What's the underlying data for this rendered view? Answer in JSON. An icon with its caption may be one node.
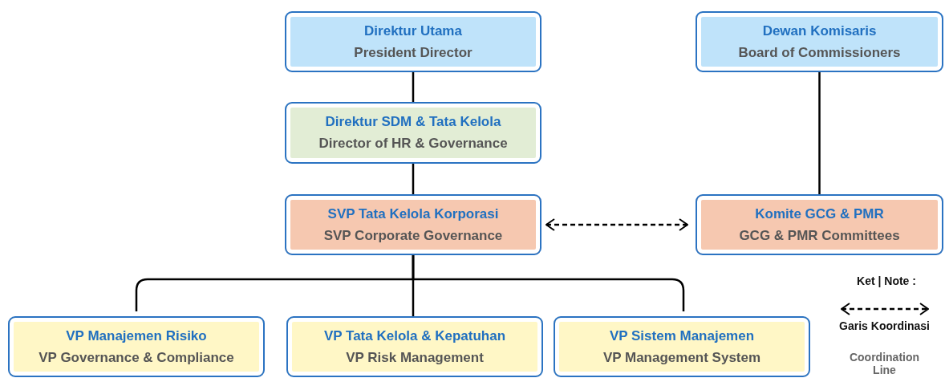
{
  "diagram": {
    "nodes": [
      {
        "text": [
          "Direktur Utama",
          "President Director"
        ]
      },
      {
        "text": [
          "Dewan Komisaris",
          "Board of Commissioners"
        ]
      },
      {
        "text": [
          "Direktur SDM & Tata Kelola",
          "Director of HR & Governance"
        ]
      },
      {
        "text": [
          "SVP Tata Kelola Korporasi",
          "SVP Corporate Governance"
        ]
      },
      {
        "text": [
          "Komite GCG & PMR",
          "GCG & PMR Committees"
        ]
      },
      {
        "text": [
          "VP Manajemen Risiko",
          "VP Governance & Compliance"
        ]
      },
      {
        "text": [
          "VP Tata Kelola & Kepatuhan",
          "VP Risk Management"
        ]
      },
      {
        "text": [
          "VP Sistem Manajemen",
          "VP Management System"
        ]
      }
    ],
    "edges": [
      {
        "from": 0,
        "to": 2,
        "arrow": "none"
      },
      {
        "from": 2,
        "to": 3,
        "arrow": "none"
      },
      {
        "from": 1,
        "to": 4,
        "arrow": "none"
      },
      {
        "from": 3,
        "to": 4,
        "arrow": "both",
        "style": "dashed"
      },
      {
        "from": 3,
        "to": 5,
        "arrow": "none"
      },
      {
        "from": 3,
        "to": 6,
        "arrow": "none"
      },
      {
        "from": 3,
        "to": 7,
        "arrow": "none"
      }
    ],
    "labels": [
      "Ket | Note :",
      "Coordination Line"
    ],
    "legend": [
      {
        "text": "Garis Koordinasi"
      }
    ]
  }
}
